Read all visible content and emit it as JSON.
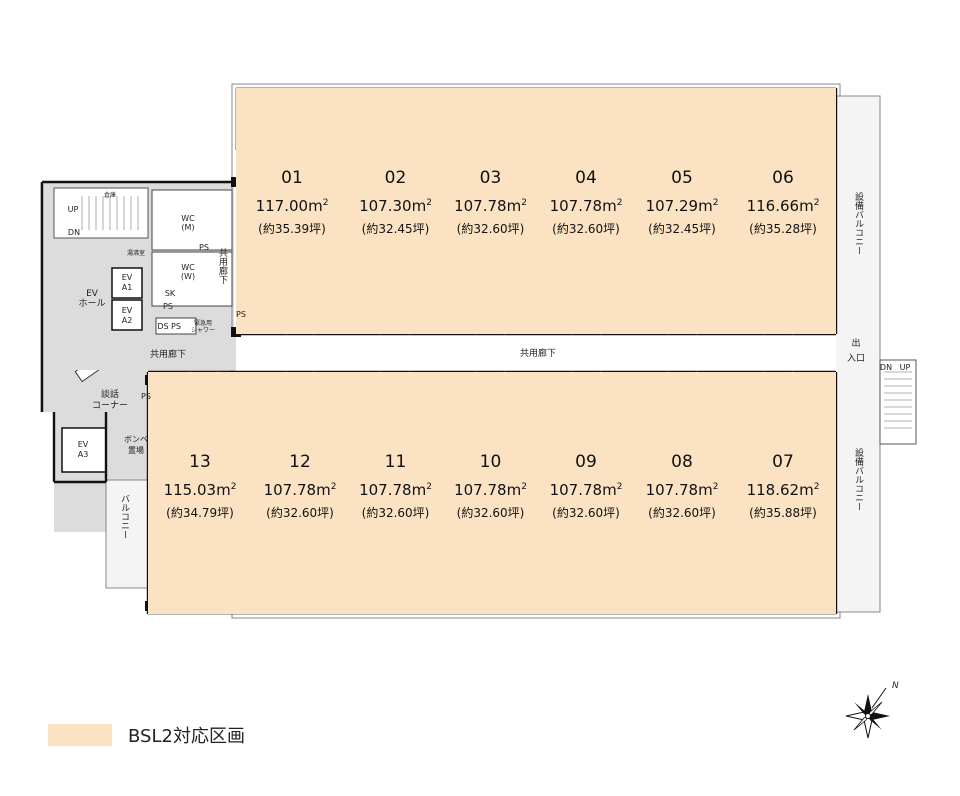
{
  "colors": {
    "unit_fill": "#fbe2c3",
    "common_fill": "#dcdcdc",
    "corridor_fill": "#ffffff",
    "wall": "#111111",
    "thin_line": "#888888"
  },
  "units": [
    {
      "number": "01",
      "area": "117.00",
      "tsubo": "(約35.39坪)"
    },
    {
      "number": "02",
      "area": "107.30",
      "tsubo": "(約32.45坪)"
    },
    {
      "number": "03",
      "area": "107.78",
      "tsubo": "(約32.60坪)"
    },
    {
      "number": "04",
      "area": "107.78",
      "tsubo": "(約32.60坪)"
    },
    {
      "number": "05",
      "area": "107.29",
      "tsubo": "(約32.45坪)"
    },
    {
      "number": "06",
      "area": "116.66",
      "tsubo": "(約35.28坪)"
    },
    {
      "number": "13",
      "area": "115.03",
      "tsubo": "(約34.79坪)"
    },
    {
      "number": "12",
      "area": "107.78",
      "tsubo": "(約32.60坪)"
    },
    {
      "number": "11",
      "area": "107.78",
      "tsubo": "(約32.60坪)"
    },
    {
      "number": "10",
      "area": "107.78",
      "tsubo": "(約32.60坪)"
    },
    {
      "number": "09",
      "area": "107.78",
      "tsubo": "(約32.60坪)"
    },
    {
      "number": "08",
      "area": "107.78",
      "tsubo": "(約32.60坪)"
    },
    {
      "number": "07",
      "area": "118.62",
      "tsubo": "(約35.88坪)"
    }
  ],
  "area_unit": "m",
  "area_sup": "2",
  "labels": {
    "corridor_main": "共用廊下",
    "corridor_left": "共用廊下",
    "corridor_vertical": "共用廊下",
    "ev_hall_1": "EV",
    "ev_hall_2": "ホール",
    "ev_a1_1": "EV",
    "ev_a1_2": "A1",
    "ev_a2_1": "EV",
    "ev_a2_2": "A2",
    "ev_a3_1": "EV",
    "ev_a3_2": "A3",
    "talk_1": "談話",
    "talk_2": "コーナー",
    "bombe_1": "ボンベ",
    "bombe_2": "置場",
    "balcony_left": "バルコニー",
    "balcony_right_top": "設備バルコニー",
    "balcony_right_bottom": "設備バルコニー",
    "entrance_1": "出",
    "entrance_2": "入口",
    "up": "UP",
    "dn": "DN",
    "wc_m": "WC",
    "wc_m2": "(M)",
    "wc_w": "WC",
    "wc_w2": "(W)",
    "ps": "PS",
    "ds": "DS",
    "sk": "SK",
    "shower_1": "緊急用",
    "shower_2": "シャワー",
    "storage": "倉庫",
    "kitchen": "湯沸室"
  },
  "compass": {
    "north": "N"
  },
  "legend": {
    "label": "BSL2対応区画"
  }
}
